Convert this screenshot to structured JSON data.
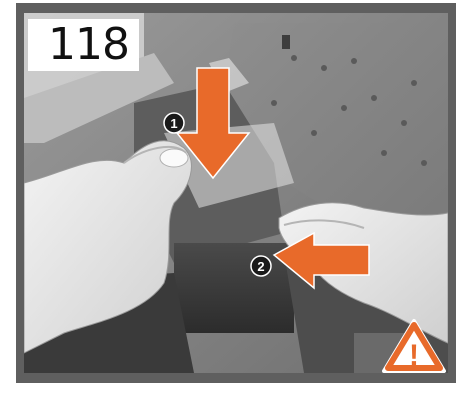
{
  "step": {
    "number": "118"
  },
  "callouts": [
    {
      "label": "1",
      "icon": "down-arrow-icon",
      "color": "#e86a2a"
    },
    {
      "label": "2",
      "icon": "left-arrow-icon",
      "color": "#e86a2a"
    }
  ],
  "warning": {
    "icon": "warning-triangle-icon",
    "color": "#e86a2a",
    "symbol": "!"
  }
}
